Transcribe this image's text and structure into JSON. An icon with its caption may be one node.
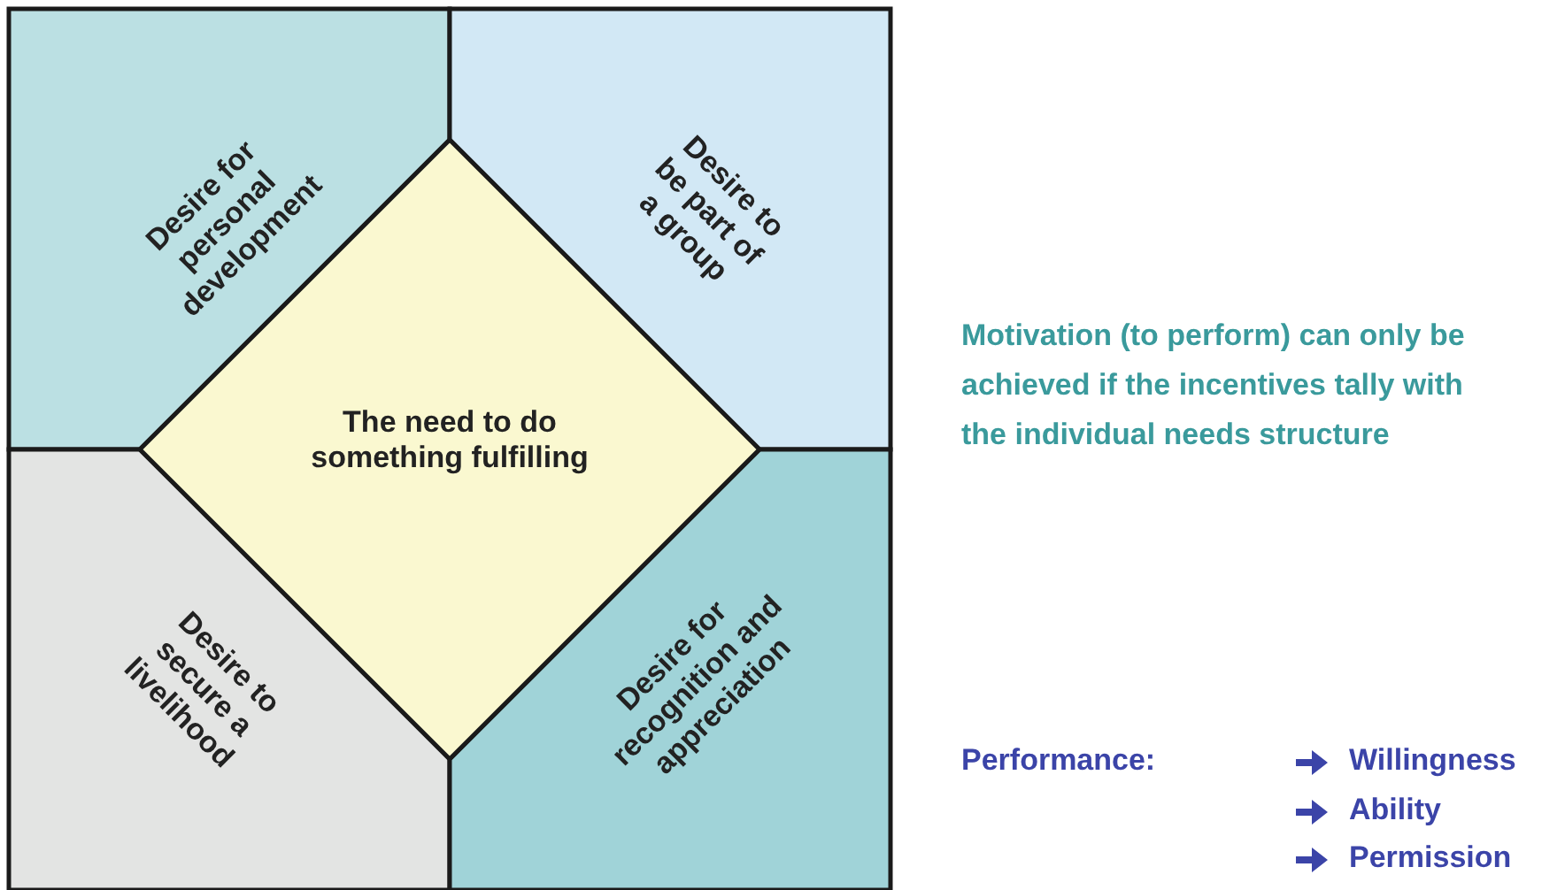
{
  "diagram": {
    "nodes": [
      {
        "text": [
          "Desire for personal development"
        ]
      },
      {
        "text": [
          "Desire to be part of a group"
        ]
      },
      {
        "text": [
          "Desire to secure a livelihood"
        ]
      },
      {
        "text": [
          "Desire for recognition and appreciation"
        ]
      },
      {
        "text": [
          "The need to do something fulfilling"
        ]
      }
    ],
    "edges": [],
    "labels": [
      "Motivation (to perform) can only be achieved if the incentives tally with the individual needs structure",
      "Performance:",
      "Willingness",
      "Ability",
      "Permission"
    ]
  }
}
